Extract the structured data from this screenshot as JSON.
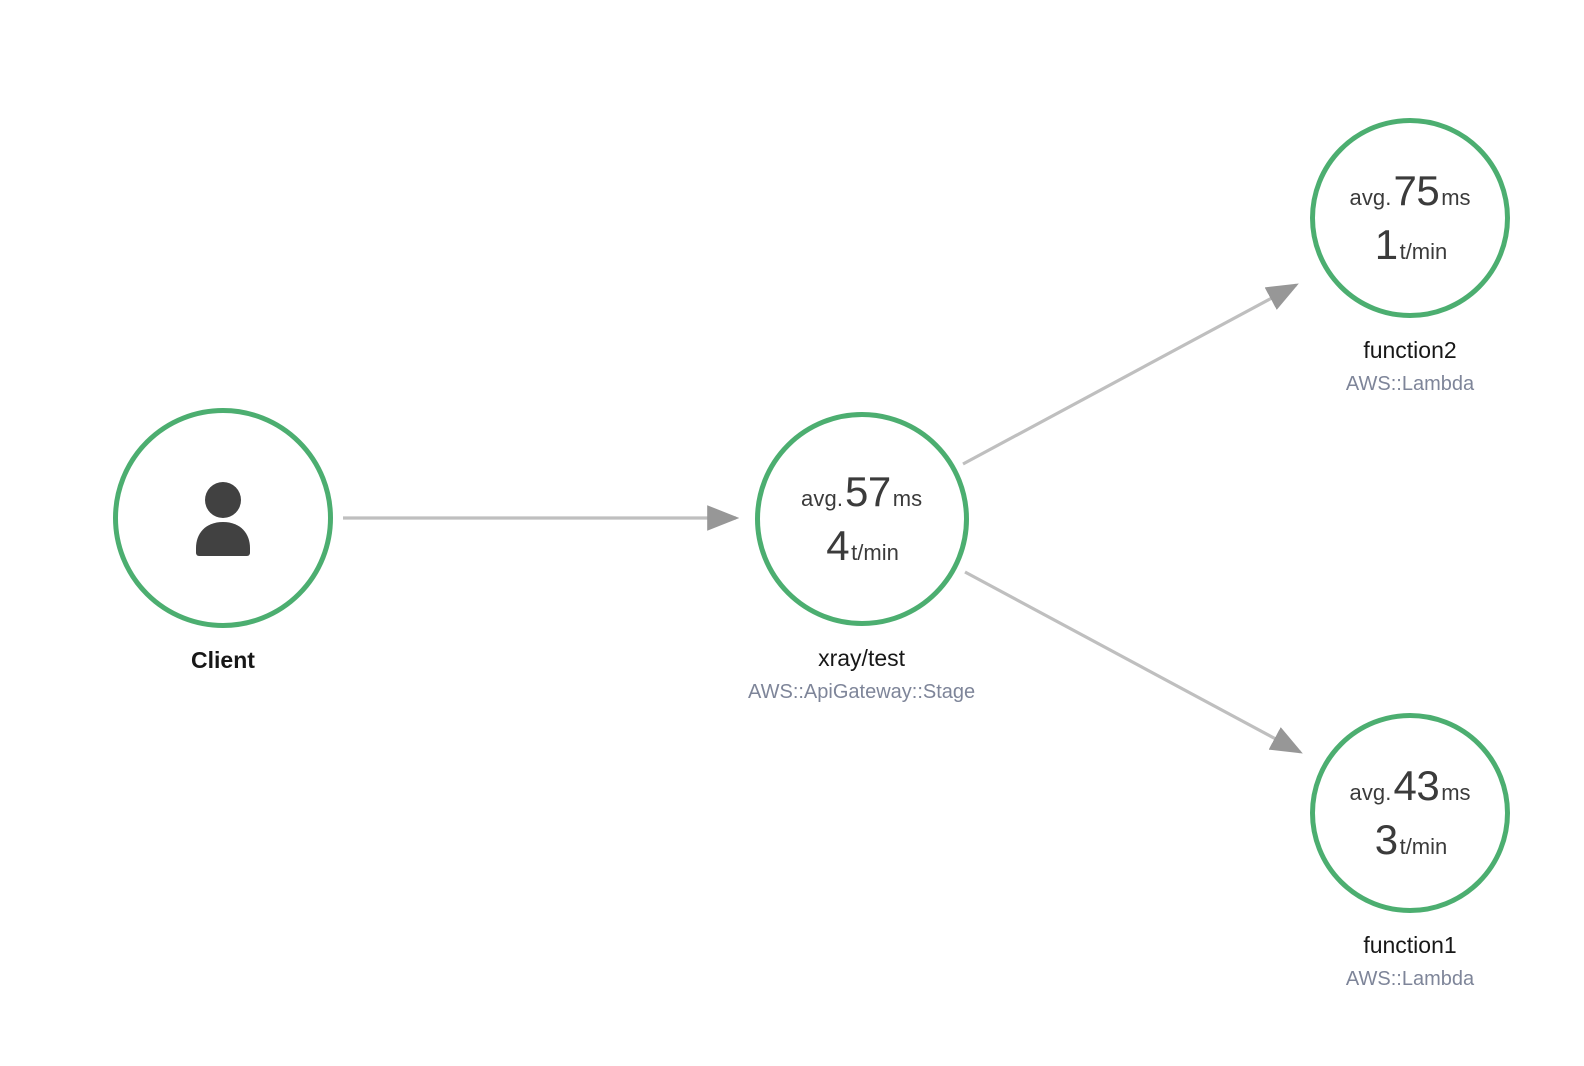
{
  "canvas": {
    "background": "#ffffff",
    "accent_green": "#4CAE70",
    "edge_color": "#bfbfbf",
    "arrowhead_color": "#979797",
    "text_dark": "#171717",
    "text_metric": "#3b3b3b",
    "text_muted": "#7e8599"
  },
  "nodes": [
    {
      "id": "client",
      "title": "Client",
      "subtitle": "",
      "icon": "person-icon",
      "title_bold": true,
      "metrics": null
    },
    {
      "id": "gateway",
      "title": "xray/test",
      "subtitle": "AWS::ApiGateway::Stage",
      "title_bold": false,
      "metrics": {
        "latency_prefix": "avg.",
        "latency_value": "57",
        "latency_unit": "ms",
        "rate_value": "4",
        "rate_unit": "t/min"
      }
    },
    {
      "id": "function2",
      "title": "function2",
      "subtitle": "AWS::Lambda",
      "title_bold": false,
      "metrics": {
        "latency_prefix": "avg.",
        "latency_value": "75",
        "latency_unit": "ms",
        "rate_value": "1",
        "rate_unit": "t/min"
      }
    },
    {
      "id": "function1",
      "title": "function1",
      "subtitle": "AWS::Lambda",
      "title_bold": false,
      "metrics": {
        "latency_prefix": "avg.",
        "latency_value": "43",
        "latency_unit": "ms",
        "rate_value": "3",
        "rate_unit": "t/min"
      }
    }
  ],
  "edges": [
    {
      "id": "client-to-gateway",
      "from": "client",
      "to": "gateway"
    },
    {
      "id": "gateway-to-function2",
      "from": "gateway",
      "to": "function2"
    },
    {
      "id": "gateway-to-function1",
      "from": "gateway",
      "to": "function1"
    }
  ]
}
